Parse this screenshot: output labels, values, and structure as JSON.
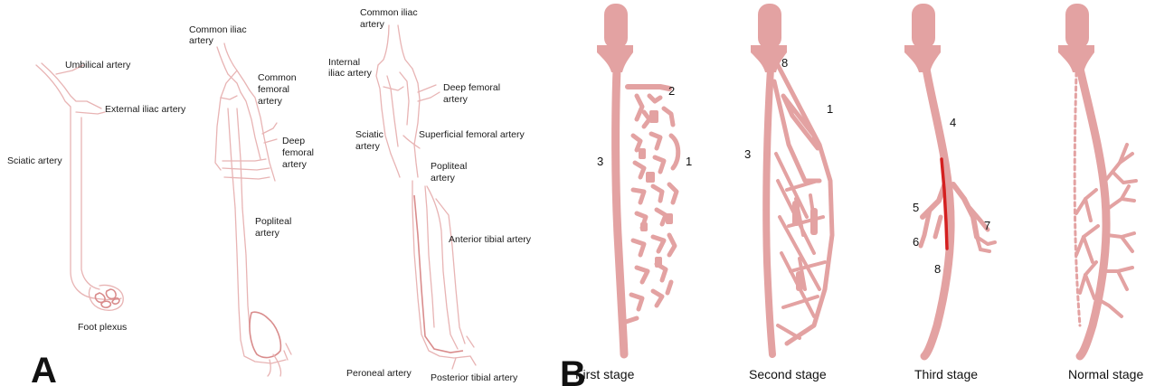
{
  "panel_a": {
    "panel_label": "A",
    "labels": {
      "umbilical_artery": "Umbilical artery",
      "external_iliac_artery": "External iliac artery",
      "sciatic_artery_1": "Sciatic artery",
      "foot_plexus": "Foot plexus",
      "common_iliac_2_line1": "Common iliac",
      "common_iliac_2_line2": "artery",
      "common_femoral_line1": "Common",
      "common_femoral_line2": "femoral",
      "common_femoral_line3": "artery",
      "deep_femoral_2_line1": "Deep",
      "deep_femoral_2_line2": "femoral",
      "deep_femoral_2_line3": "artery",
      "popliteal_2_line1": "Popliteal",
      "popliteal_2_line2": "artery",
      "common_iliac_3_line1": "Common iliac",
      "common_iliac_3_line2": "artery",
      "internal_iliac_line1": "Internal",
      "internal_iliac_line2": "iliac artery",
      "deep_femoral_3_line1": "Deep femoral",
      "deep_femoral_3_line2": "artery",
      "sciatic_3_line1": "Sciatic",
      "sciatic_3_line2": "artery",
      "superficial_femoral": "Superficial femoral artery",
      "popliteal_3_line1": "Popliteal",
      "popliteal_3_line2": "artery",
      "anterior_tibial": "Anterior tibial artery",
      "peroneal": "Peroneal artery",
      "posterior_tibial": "Posterior tibial artery"
    }
  },
  "panel_b": {
    "panel_label": "B",
    "stages": [
      "First stage",
      "Second stage",
      "Third stage",
      "Normal stage"
    ],
    "numbers": {
      "s1_2": "2",
      "s1_1": "1",
      "s1_3": "3",
      "s2_8": "8",
      "s2_1": "1",
      "s2_3": "3",
      "s3_4": "4",
      "s3_5": "5",
      "s3_6": "6",
      "s3_7": "7",
      "s3_8": "8"
    },
    "colors": {
      "vessel": "#e3a2a2",
      "highlight": "#d42020"
    }
  }
}
